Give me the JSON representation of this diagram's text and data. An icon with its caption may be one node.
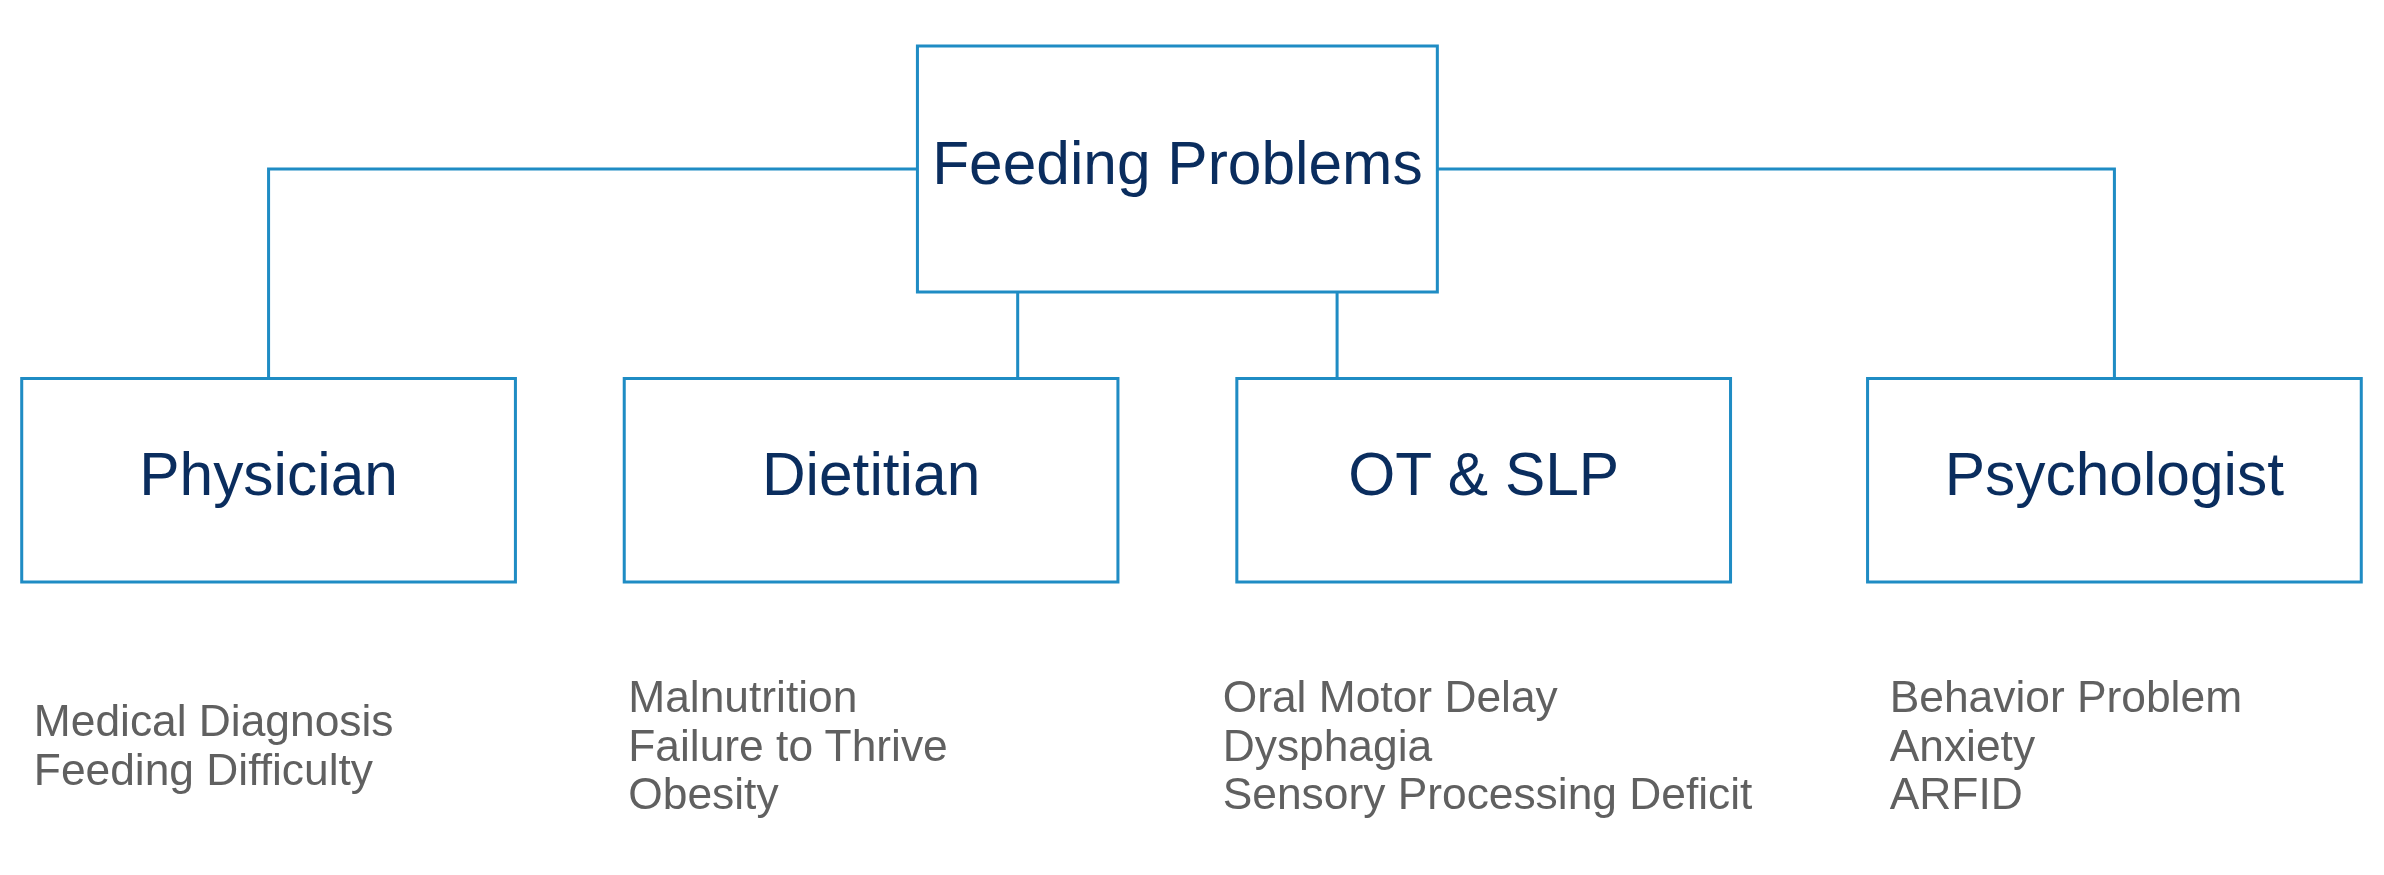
{
  "diagram": {
    "nodes": [
      {
        "text": [
          "Feeding Problems"
        ]
      },
      {
        "text": [
          "Physician"
        ],
        "beside": [
          "Medical Diagnosis",
          "Feeding Difficulty"
        ]
      },
      {
        "text": [
          "Dietitian"
        ],
        "beside": [
          "Malnutrition",
          "Failure to Thrive",
          "Obesity"
        ]
      },
      {
        "text": [
          "OT & SLP"
        ],
        "beside": [
          "Oral Motor Delay",
          "Dysphagia",
          "Sensory Processing Deficit"
        ]
      },
      {
        "text": [
          "Psychologist"
        ],
        "beside": [
          "Behavior Problem",
          "Anxiety",
          "ARFID"
        ]
      }
    ],
    "edges": [
      {
        "from": 0,
        "to": 1,
        "arrow": "none"
      },
      {
        "from": 0,
        "to": 2,
        "arrow": "none"
      },
      {
        "from": 0,
        "to": 3,
        "arrow": "none"
      },
      {
        "from": 0,
        "to": 4,
        "arrow": "none"
      }
    ]
  }
}
